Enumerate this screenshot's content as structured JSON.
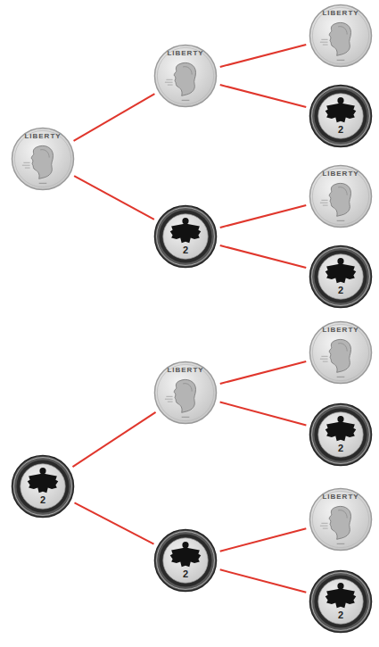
{
  "diagram": {
    "nodes": [
      {
        "text": [
          "LIBERTY"
        ]
      },
      {
        "text": [
          "LIBERTY"
        ]
      },
      {
        "text": [
          "LIBERTY"
        ]
      },
      {
        "text": [
          "2"
        ]
      },
      {
        "text": [
          "2"
        ]
      },
      {
        "text": [
          "LIBERTY"
        ]
      },
      {
        "text": [
          "2"
        ]
      },
      {
        "text": [
          "2"
        ]
      },
      {
        "text": [
          "LIBERTY"
        ]
      },
      {
        "text": [
          "LIBERTY"
        ]
      },
      {
        "text": [
          "2"
        ]
      },
      {
        "text": [
          "2"
        ]
      },
      {
        "text": [
          "LIBERTY"
        ]
      },
      {
        "text": [
          "2"
        ]
      }
    ],
    "edges": [
      {
        "from": 0,
        "to": 1,
        "arrow": "none"
      },
      {
        "from": 0,
        "to": 4,
        "arrow": "none"
      },
      {
        "from": 1,
        "to": 2,
        "arrow": "none"
      },
      {
        "from": 1,
        "to": 3,
        "arrow": "none"
      },
      {
        "from": 4,
        "to": 5,
        "arrow": "none"
      },
      {
        "from": 4,
        "to": 6,
        "arrow": "none"
      },
      {
        "from": 7,
        "to": 8,
        "arrow": "none"
      },
      {
        "from": 7,
        "to": 11,
        "arrow": "none"
      },
      {
        "from": 8,
        "to": 9,
        "arrow": "none"
      },
      {
        "from": 8,
        "to": 10,
        "arrow": "none"
      },
      {
        "from": 11,
        "to": 12,
        "arrow": "none"
      },
      {
        "from": 11,
        "to": 13,
        "arrow": "none"
      }
    ]
  }
}
